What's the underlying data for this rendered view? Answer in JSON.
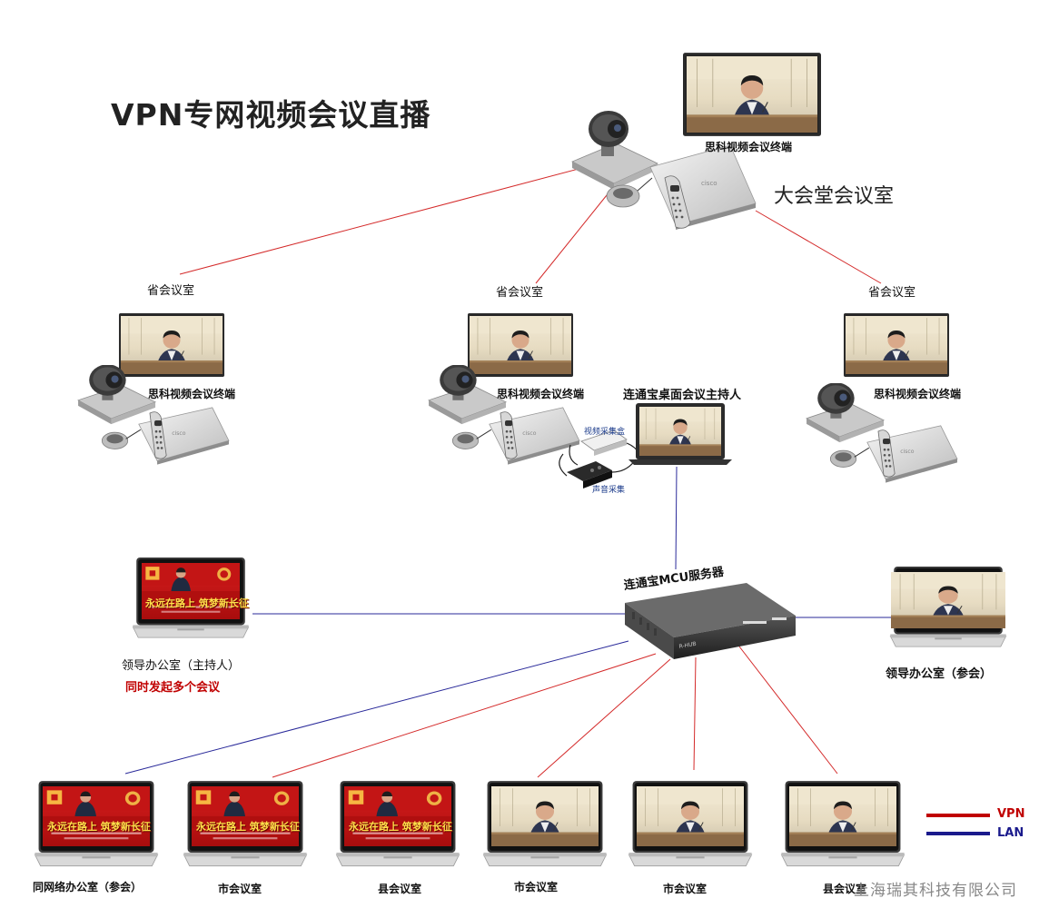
{
  "title": "VPN专网视频会议直播",
  "hall": {
    "name": "大会堂会议室",
    "terminal": "思科视频会议终端"
  },
  "provinces": [
    {
      "name": "省会议室",
      "terminal": "思科视频会议终端"
    },
    {
      "name": "省会议室",
      "terminal": "思科视频会议终端"
    },
    {
      "name": "省会议室",
      "terminal": "思科视频会议终端"
    }
  ],
  "host": {
    "label": "连通宝桌面会议主持人",
    "video_box": "视频采集盒",
    "audio_box": "声音采集"
  },
  "mcu": {
    "label": "连通宝MCU服务器",
    "brand": "R-HUB"
  },
  "leaders": {
    "left": {
      "label": "领导办公室（主持人）",
      "note": "同时发起多个会议"
    },
    "right": {
      "label": "领导办公室（参会）"
    }
  },
  "slogan": "永远在路上 筑梦新长征",
  "bottom": [
    {
      "label": "同网络办公室（参会）",
      "screen": "slogan"
    },
    {
      "label": "市会议室",
      "screen": "slogan"
    },
    {
      "label": "县会议室",
      "screen": "slogan"
    },
    {
      "label": "市会议室",
      "screen": "meeting"
    },
    {
      "label": "市会议室",
      "screen": "meeting"
    },
    {
      "label": "县会议室",
      "screen": "meeting"
    }
  ],
  "legend": [
    {
      "label": "VPN",
      "color": "#c00000"
    },
    {
      "label": "LAN",
      "color": "#1a1a8c"
    }
  ],
  "watermark": "上海瑞其科技有限公司",
  "colors": {
    "vpn": "#d42a2a",
    "lan": "#2a2a9a"
  }
}
